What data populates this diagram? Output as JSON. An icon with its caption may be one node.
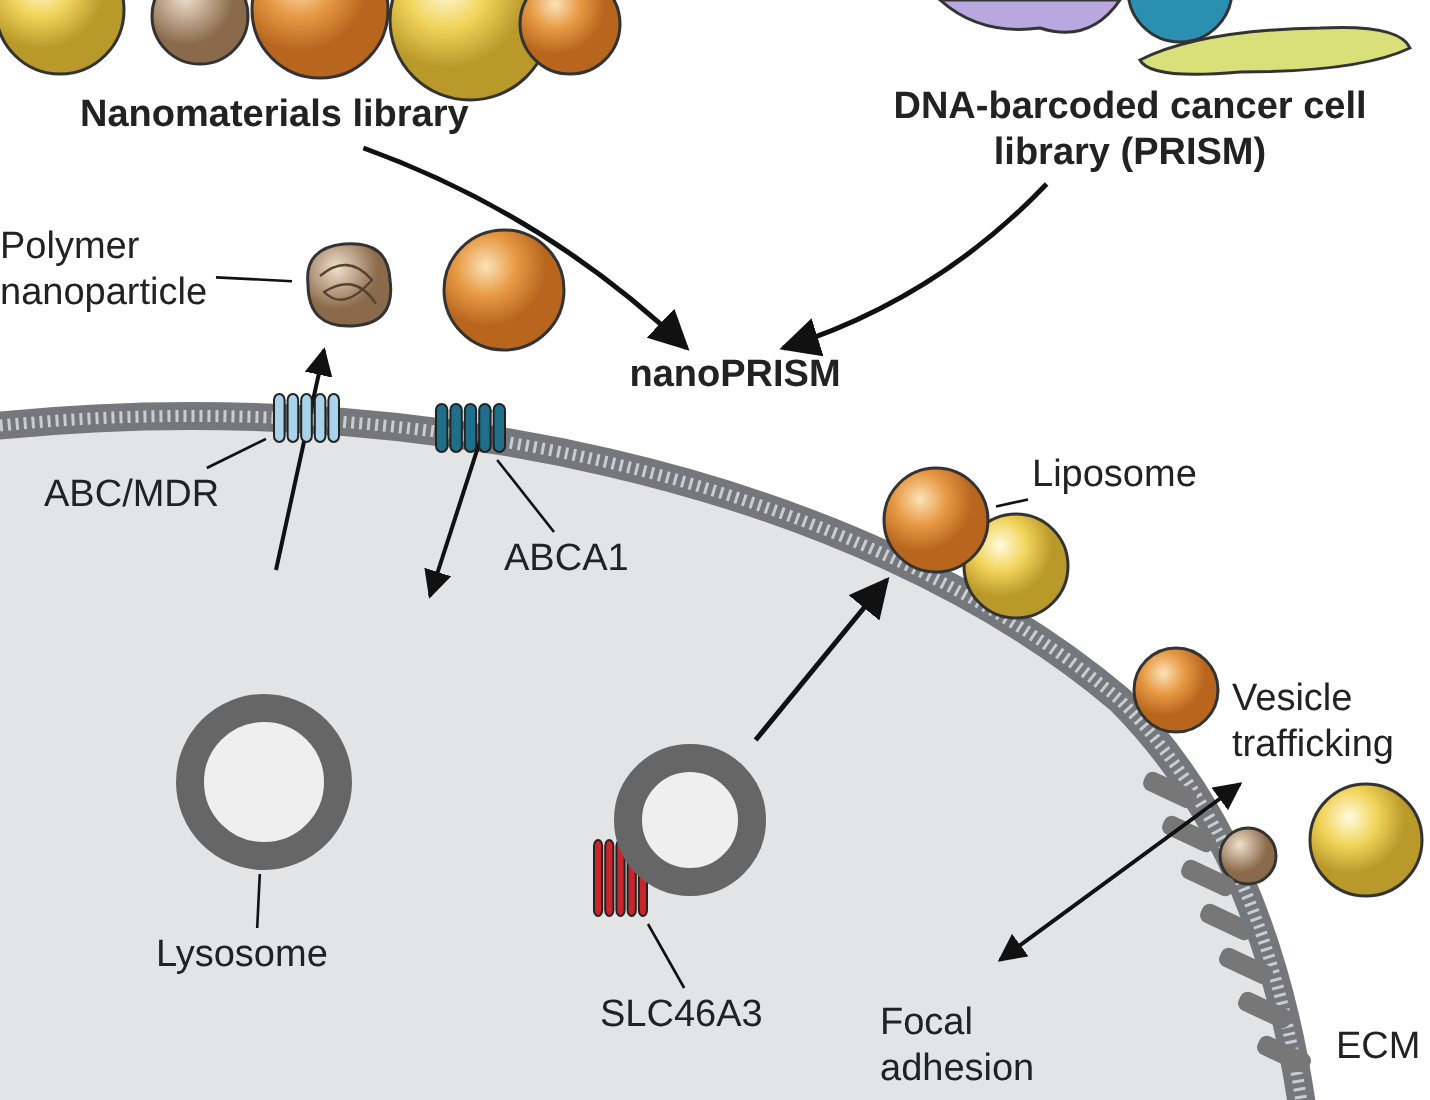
{
  "diagram": {
    "nodes": [
      {
        "text": [
          "Nanomaterials library"
        ]
      },
      {
        "text": [
          "DNA-barcoded cancer cell library (PRISM)"
        ]
      },
      {
        "text": [
          "nanoPRISM"
        ]
      },
      {
        "text": [
          "Polymer nanoparticle"
        ]
      },
      {
        "text": [],
        "shape": "picture"
      },
      {
        "text": [
          "ABC/MDR"
        ]
      },
      {
        "text": [],
        "shape": "picture"
      },
      {
        "text": [
          "ABCA1"
        ]
      },
      {
        "text": [],
        "shape": "picture"
      },
      {
        "text": [
          "Liposome"
        ]
      },
      {
        "text": [],
        "shape": "picture"
      },
      {
        "text": [
          "Lysosome"
        ]
      },
      {
        "text": [],
        "shape": "circle"
      },
      {
        "text": [
          "SLC46A3"
        ]
      },
      {
        "text": [],
        "shape": "picture"
      },
      {
        "text": [],
        "shape": "circle"
      }
    ],
    "edges": [
      {
        "from": 0,
        "to": 2,
        "arrow": "to"
      },
      {
        "from": 1,
        "to": 2,
        "arrow": "to"
      },
      {
        "from": 3,
        "to": 4,
        "arrow": "none"
      },
      {
        "from": 5,
        "to": 6,
        "arrow": "none"
      },
      {
        "from": 7,
        "to": 8,
        "arrow": "none"
      },
      {
        "from": 9,
        "to": 10,
        "arrow": "none"
      },
      {
        "from": 11,
        "to": 12,
        "arrow": "none"
      },
      {
        "from": 13,
        "to": 14,
        "arrow": "none"
      },
      {
        "from": 15,
        "to": 10,
        "arrow": "to"
      }
    ],
    "labels": [
      "Vesicle trafficking",
      "Focal adhesion",
      "ECM"
    ]
  }
}
